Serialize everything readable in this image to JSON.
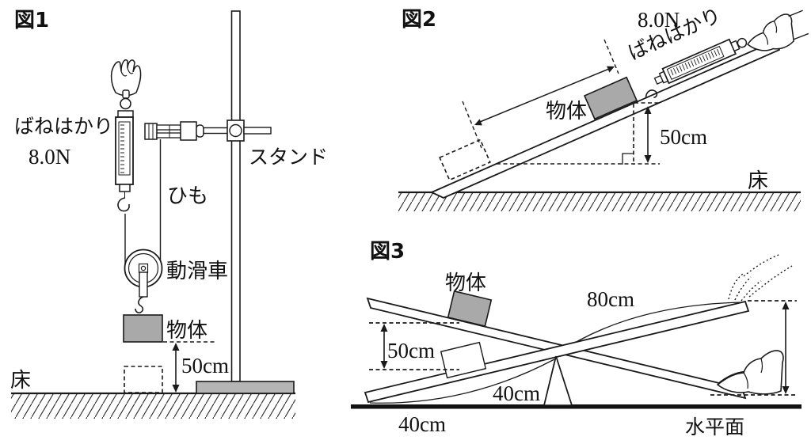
{
  "figure1": {
    "title": "図1",
    "spring_scale_label": "ばねはかり",
    "reading": "8.0N",
    "string_label": "ひも",
    "stand_label": "スタンド",
    "pulley_label": "動滑車",
    "object_label": "物体",
    "height_label": "50cm",
    "floor_label": "床"
  },
  "figure2": {
    "title": "図2",
    "reading": "8.0N",
    "spring_scale_label": "ばねはかり",
    "object_label": "物体",
    "height_label": "50cm",
    "floor_label": "床"
  },
  "figure3": {
    "title": "図3",
    "object_label": "物体",
    "rise_label": "50cm",
    "right_arm_label": "80cm",
    "fulcrum_offset_label": "40cm",
    "end_offset_label": "40cm",
    "ground_label": "水平面"
  },
  "colors": {
    "line": "#1a1a1a",
    "object_fill": "#a9a9a9",
    "base_fill": "#b5b5b5"
  }
}
